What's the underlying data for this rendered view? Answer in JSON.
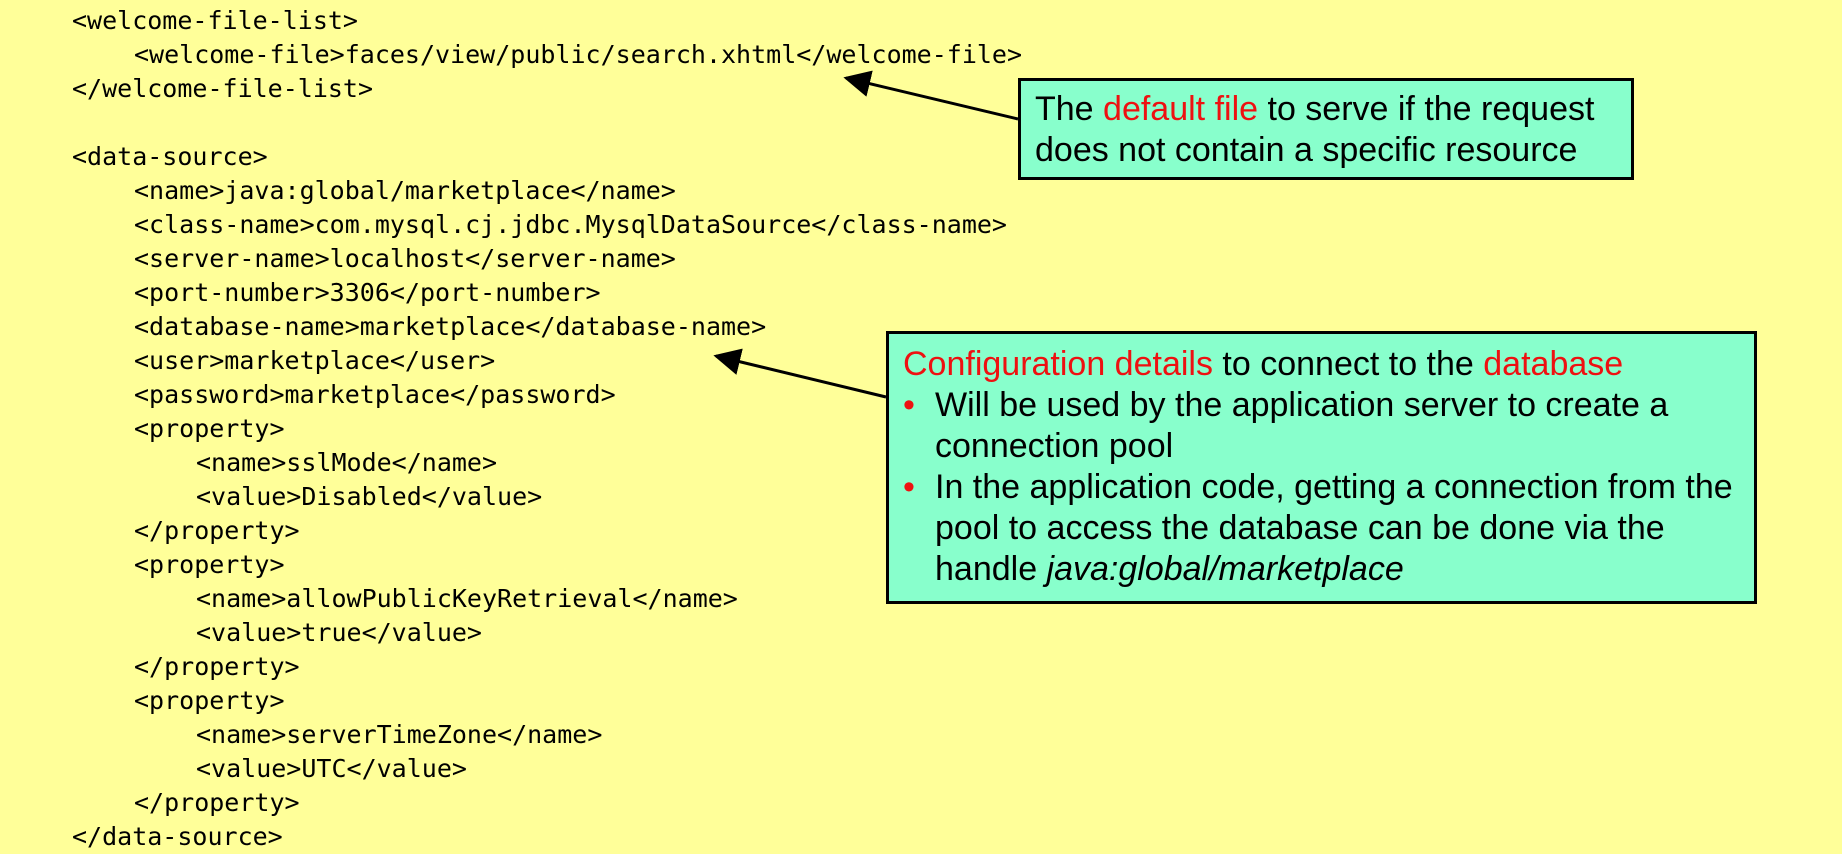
{
  "code_lines": [
    {
      "indent": 0,
      "text": "<welcome-file-list>"
    },
    {
      "indent": 1,
      "text": "<welcome-file>faces/view/public/search.xhtml</welcome-file>"
    },
    {
      "indent": 0,
      "text": "</welcome-file-list>"
    },
    {
      "indent": 0,
      "text": ""
    },
    {
      "indent": 0,
      "text": "<data-source>"
    },
    {
      "indent": 1,
      "text": "<name>java:global/marketplace</name>"
    },
    {
      "indent": 1,
      "text": "<class-name>com.mysql.cj.jdbc.MysqlDataSource</class-name>"
    },
    {
      "indent": 1,
      "text": "<server-name>localhost</server-name>"
    },
    {
      "indent": 1,
      "text": "<port-number>3306</port-number>"
    },
    {
      "indent": 1,
      "text": "<database-name>marketplace</database-name>"
    },
    {
      "indent": 1,
      "text": "<user>marketplace</user>"
    },
    {
      "indent": 1,
      "text": "<password>marketplace</password>"
    },
    {
      "indent": 1,
      "text": "<property>"
    },
    {
      "indent": 2,
      "text": "<name>sslMode</name>"
    },
    {
      "indent": 2,
      "text": "<value>Disabled</value>"
    },
    {
      "indent": 1,
      "text": "</property>"
    },
    {
      "indent": 1,
      "text": "<property>"
    },
    {
      "indent": 2,
      "text": "<name>allowPublicKeyRetrieval</name>"
    },
    {
      "indent": 2,
      "text": "<value>true</value>"
    },
    {
      "indent": 1,
      "text": "</property>"
    },
    {
      "indent": 1,
      "text": "<property>"
    },
    {
      "indent": 2,
      "text": "<name>serverTimeZone</name>"
    },
    {
      "indent": 2,
      "text": "<value>UTC</value>"
    },
    {
      "indent": 1,
      "text": "</property>"
    },
    {
      "indent": 0,
      "text": "</data-source>"
    }
  ],
  "callout_welcome": {
    "prefix": "The ",
    "highlight": "default file",
    "rest": " to serve if the request does not contain a specific resource"
  },
  "callout_datasource": {
    "title_highlight1": "Configuration details",
    "title_mid": " to connect to the ",
    "title_highlight2": "database",
    "bullet1": "Will be used by the application server to create a connection pool",
    "bullet2_text": "In the application code, getting a connection from the pool to access the database can be done via the handle ",
    "bullet2_italic": "java:global/marketplace",
    "bullet_glyph": "•"
  },
  "colors": {
    "background": "#ffff99",
    "callout_fill": "#88ffcc",
    "highlight": "#ee1111"
  }
}
